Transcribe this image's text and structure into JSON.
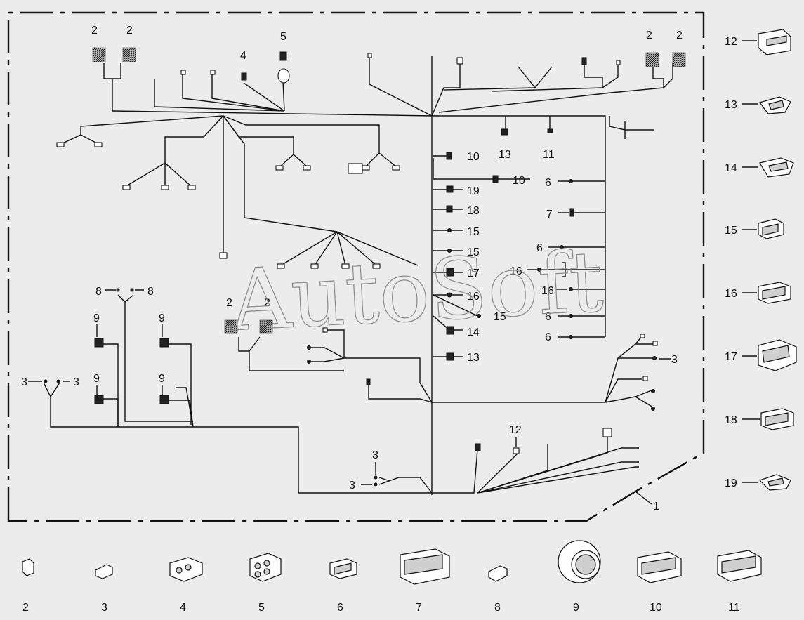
{
  "watermark": "AutoSoft",
  "harness_label": "1",
  "top_labels": {
    "a": "2",
    "b": "2",
    "c": "4",
    "d": "5",
    "e": "2",
    "f": "2"
  },
  "inner_labels": {
    "n13": "13",
    "n11": "11",
    "r10a": "10",
    "r10b": "10",
    "r19": "19",
    "r18": "18",
    "r15a": "15",
    "r15b": "15",
    "r17": "17",
    "r16": "16",
    "r15c": "15",
    "r14": "14",
    "r13": "13",
    "s6a": "6",
    "s7": "7",
    "s6b": "6",
    "s16a": "16",
    "s16b": "16",
    "s6c": "6",
    "s6d": "6",
    "s3": "3",
    "c2a": "2",
    "c2b": "2",
    "l8a": "8",
    "l8b": "8",
    "l9a": "9",
    "l9b": "9",
    "l9c": "9",
    "l9d": "9",
    "l3a": "3",
    "l3b": "3",
    "b3a": "3",
    "b3b": "3",
    "b12": "12"
  },
  "side_parts": [
    "12",
    "13",
    "14",
    "15",
    "16",
    "17",
    "18",
    "19"
  ],
  "bottom_parts": [
    "2",
    "3",
    "4",
    "5",
    "6",
    "7",
    "8",
    "9",
    "10",
    "11"
  ]
}
